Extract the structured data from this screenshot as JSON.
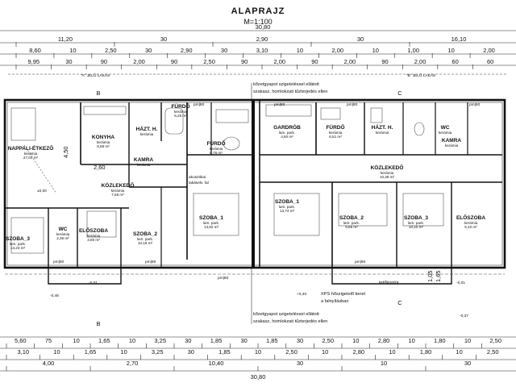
{
  "title": "ALAPRAJZ",
  "scale": "M=1:100",
  "top_total": "30,80",
  "bottom_total": "30,80",
  "dim_top_1": [
    "11,20",
    "30",
    "2,90",
    "30",
    "16,10"
  ],
  "dim_top_2": [
    "8,60",
    "10",
    "2,50",
    "30",
    "2,90",
    "30",
    "3,10",
    "10",
    "2,00",
    "10",
    "1,00",
    "10",
    "2,00"
  ],
  "dim_top_3": [
    "9,95",
    "30",
    "90",
    "2,00",
    "90",
    "2,50",
    "90",
    "2,00",
    "90",
    "2,00",
    "90",
    "2,00",
    "60",
    "60"
  ],
  "dim_bottom_1": [
    "5,60",
    "75",
    "10",
    "1,65",
    "10",
    "3,25",
    "30",
    "1,85",
    "30",
    "1,85",
    "30",
    "2,50",
    "10",
    "2,80",
    "10",
    "1,80",
    "10",
    "2,50"
  ],
  "dim_bottom_2": [
    "3,10",
    "10",
    "1,65",
    "10",
    "3,25",
    "30",
    "1,85",
    "10",
    "2,50",
    "10",
    "2,80",
    "10",
    "1,80",
    "10",
    "2,50"
  ],
  "dim_bottom_3": [
    "4,00",
    "2,70",
    "10,40",
    "30",
    "10",
    "30"
  ],
  "flat_a": "\"A\" JELŰ LAKÁS",
  "flat_b": "\"B\" JELŰ LAKÁS",
  "note_top": [
    "kőzetgyapot szigeteléssel ellátott",
    "szakasz, homlokzati tűzterjedés ellen"
  ],
  "note_bottom": [
    "kőzetgyapot szigeteléssel ellátott",
    "szakasz, homlokzati tűzterjedés ellen"
  ],
  "note_xps": [
    "XPS hőszigetelő keret",
    "a falnyílásban"
  ],
  "roof_outline": "tetőkontúr",
  "acoustic_wall": [
    "akusztikai",
    "lakáselv. fal"
  ],
  "axis_b": "B",
  "axis_c": "C",
  "vert_dims": [
    "4,50",
    "2,60",
    "1,05",
    "1,65"
  ],
  "levels": [
    "±0,00",
    "-0,01",
    "-0,46",
    "+0,40",
    "-0,01",
    "-0,37"
  ],
  "small_labels": [
    "pm|80",
    "pm|80",
    "pm|80",
    "pm|80",
    "pm|90",
    "pm|90",
    "pm|90",
    "pm|80"
  ],
  "rooms": [
    {
      "name": "NAPPALI-ÉTKEZŐ",
      "floor": "kerámia",
      "area": "27,00 m²"
    },
    {
      "name": "KONYHA",
      "floor": "kerámia",
      "area": "8,58 m²"
    },
    {
      "name": "HÁZT. H.",
      "floor": "kerámia",
      "area": ""
    },
    {
      "name": "FÜRDŐ",
      "floor": "kerámia",
      "area": "5,25 m²"
    },
    {
      "name": "FÜRDŐ",
      "floor": "kerámia",
      "area": "8,76 m²"
    },
    {
      "name": "KAMRA",
      "floor": "kerámia",
      "area": ""
    },
    {
      "name": "KÖZLEKEDŐ",
      "floor": "kerámia",
      "area": "7,56 m²"
    },
    {
      "name": "SZOBA_3",
      "floor": "lam. park.",
      "area": "13,23 m²"
    },
    {
      "name": "WC",
      "floor": "kerámia",
      "area": "2,36 m²"
    },
    {
      "name": "ELŐSZOBA",
      "floor": "kerámia",
      "area": "3,80 m²"
    },
    {
      "name": "SZOBA_2",
      "floor": "lam. park.",
      "area": "10,18 m²"
    },
    {
      "name": "SZOBA_1",
      "floor": "lam. park.",
      "area": "13,92 m²"
    },
    {
      "name": "GARDRÓB",
      "floor": "lam. park.",
      "area": "4,60 m²"
    },
    {
      "name": "SZOBA_1",
      "floor": "lam. park.",
      "area": "13,74 m²"
    },
    {
      "name": "FÜRDŐ",
      "floor": "kerámia",
      "area": "6,51 m²"
    },
    {
      "name": "HÁZT. H.",
      "floor": "kerámia",
      "area": ""
    },
    {
      "name": "WC",
      "floor": "kerámia",
      "area": ""
    },
    {
      "name": "KAMRA",
      "floor": "kerámia",
      "area": ""
    },
    {
      "name": "KÖZLEKEDŐ",
      "floor": "kerámia",
      "area": "10,38 m²"
    },
    {
      "name": "SZOBA_2",
      "floor": "lam. park.",
      "area": "9,86 m²"
    },
    {
      "name": "SZOBA_3",
      "floor": "lam. park.",
      "area": "10,20 m²"
    },
    {
      "name": "ELŐSZOBA",
      "floor": "kerámia",
      "area": "5,10 m²"
    }
  ]
}
